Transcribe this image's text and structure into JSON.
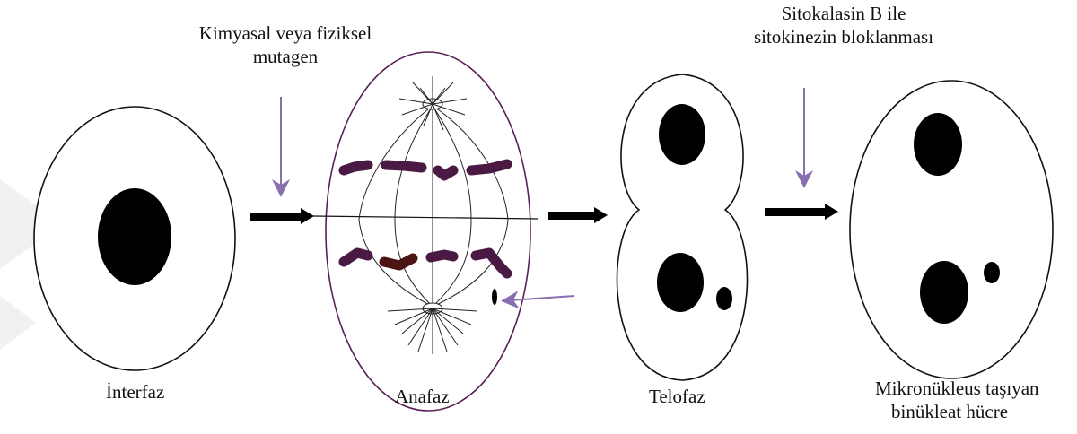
{
  "annotations": {
    "mutagen": [
      "Kimyasal veya fiziksel",
      "mutagen"
    ],
    "cytokinesis_block": [
      "Sitokalasin B ile",
      "sitokinezin bloklanması"
    ]
  },
  "stages": {
    "interphase": "İnterfaz",
    "anaphase": "Anafaz",
    "telophase": "Telofaz",
    "binucleate": [
      "Mikronükleus taşıyan",
      "binükleat hücre"
    ]
  },
  "colors": {
    "arrow_purple": "#8a6fb0",
    "chromosome": "#4a1a45",
    "chromosome_dark": "#4d1414",
    "cell_outline": "#111111",
    "anaphase_outline": "#5a1f55"
  }
}
